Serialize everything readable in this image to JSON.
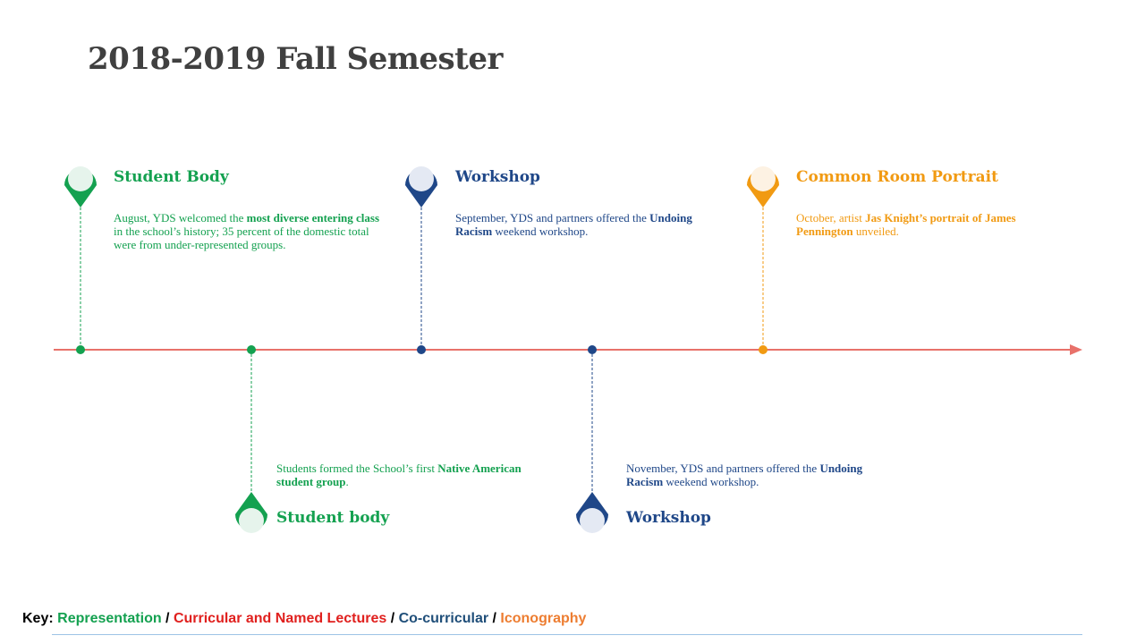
{
  "title": "2018-2019 Fall Semester",
  "colors": {
    "green": "#14a150",
    "blue": "#1f4788",
    "orange": "#f19a12",
    "axis": "#e8716a",
    "key_red": "#e0201e",
    "key_orange": "#ed7d31"
  },
  "events": [
    {
      "id": "student-body-top",
      "color": "green",
      "title": "Student Body",
      "desc_parts": [
        {
          "t": "August, YDS welcomed the "
        },
        {
          "t": "most diverse entering class",
          "b": true
        },
        {
          "t": " in the school’s history; 35 percent of the domestic total were from under-represented groups."
        }
      ]
    },
    {
      "id": "student-body-bottom",
      "color": "green",
      "title": "Student body",
      "desc_parts": [
        {
          "t": "Students formed the School’s first "
        },
        {
          "t": "Native American student group",
          "b": true
        },
        {
          "t": "."
        }
      ]
    },
    {
      "id": "workshop-top",
      "color": "blue",
      "title": "Workshop",
      "desc_parts": [
        {
          "t": "September, YDS and partners offered the "
        },
        {
          "t": "Undoing Racism",
          "b": true
        },
        {
          "t": " weekend workshop."
        }
      ]
    },
    {
      "id": "workshop-bottom",
      "color": "blue",
      "title": "Workshop",
      "desc_parts": [
        {
          "t": "November, YDS and partners offered the "
        },
        {
          "t": "Undoing Racism",
          "b": true
        },
        {
          "t": " weekend workshop."
        }
      ]
    },
    {
      "id": "portrait-top",
      "color": "orange",
      "title": "Common Room Portrait",
      "desc_parts": [
        {
          "t": "October, artist "
        },
        {
          "t": "Jas Knight’s portrait of James Pennington",
          "b": true
        },
        {
          "t": " unveiled."
        }
      ]
    }
  ],
  "key": {
    "label": "Key:",
    "items": [
      "Representation",
      "Curricular and Named Lectures",
      "Co-curricular",
      "Iconography"
    ],
    "separator": " / "
  }
}
